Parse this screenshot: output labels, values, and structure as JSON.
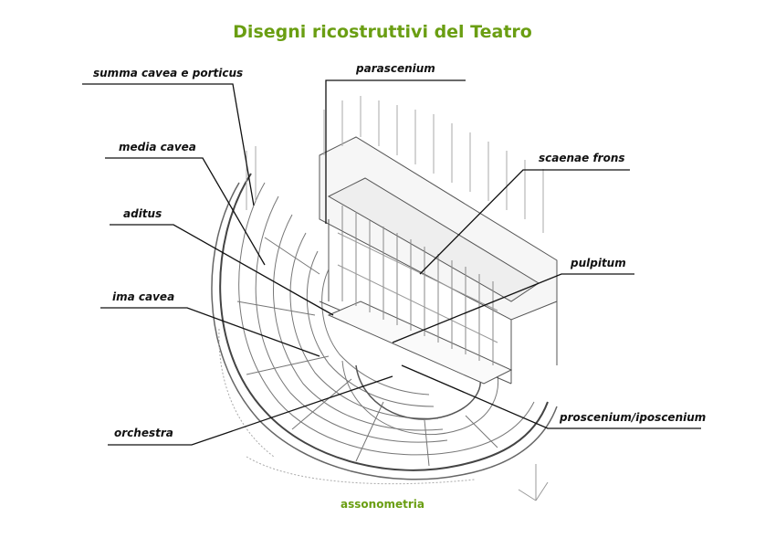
{
  "title": "Disegni ricostruttivi del Teatro",
  "caption": "assonometria",
  "colors": {
    "accent": "#6a9e12",
    "text": "#111111",
    "drawing": "#555555"
  },
  "labels": {
    "summa_cavea": "summa cavea e porticus",
    "media_cavea": "media cavea",
    "aditus": "aditus",
    "ima_cavea": "ima cavea",
    "orchestra": "orchestra",
    "parascenium": "parascenium",
    "scaenae_frons": "scaenae frons",
    "pulpitum": "pulpitum",
    "proscenium": "proscenium/iposcenium"
  }
}
